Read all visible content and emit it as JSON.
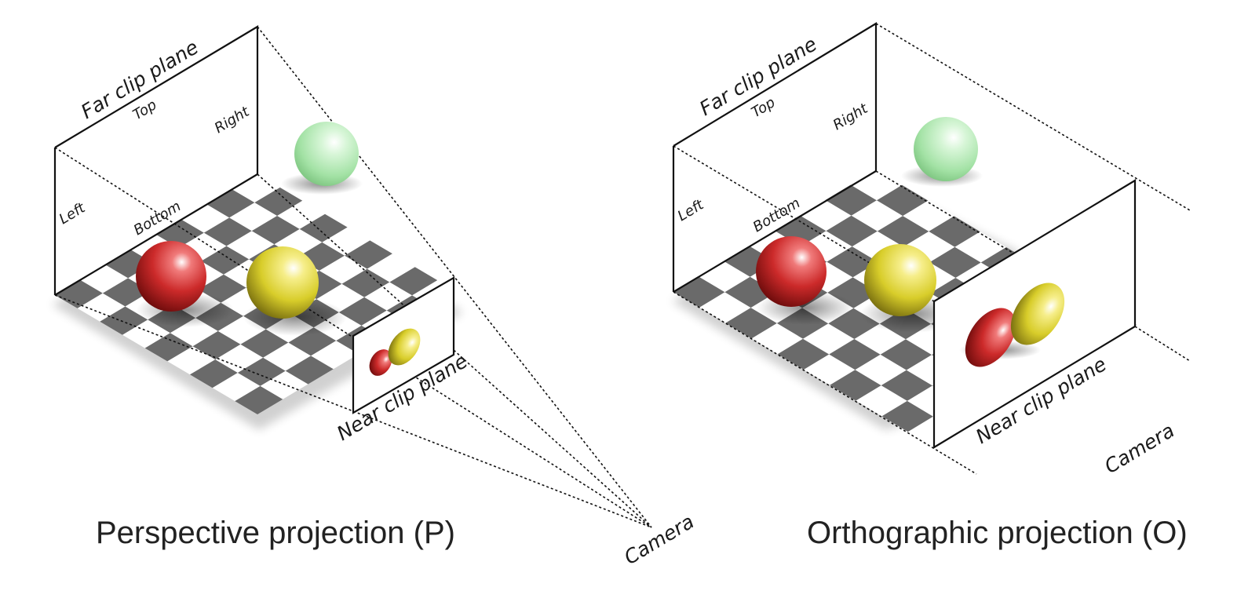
{
  "perspective": {
    "caption": "Perspective projection (P)",
    "far_label": "Far clip plane",
    "near_label": "Near clip plane",
    "top_label": "Top",
    "right_label": "Right",
    "left_label": "Left",
    "bottom_label": "Bottom",
    "camera_label": "Camera"
  },
  "orthographic": {
    "caption": "Orthographic projection (O)",
    "far_label": "Far clip plane",
    "near_label": "Near clip plane",
    "top_label": "Top",
    "right_label": "Right",
    "left_label": "Left",
    "bottom_label": "Bottom",
    "camera_label": "Camera"
  },
  "colors": {
    "red_sphere": "#c8262a",
    "yellow_sphere": "#d9cf2a",
    "green_sphere": "#9fe0a0",
    "checker_dark": "#6a6a6a",
    "checker_light": "#ffffff"
  }
}
